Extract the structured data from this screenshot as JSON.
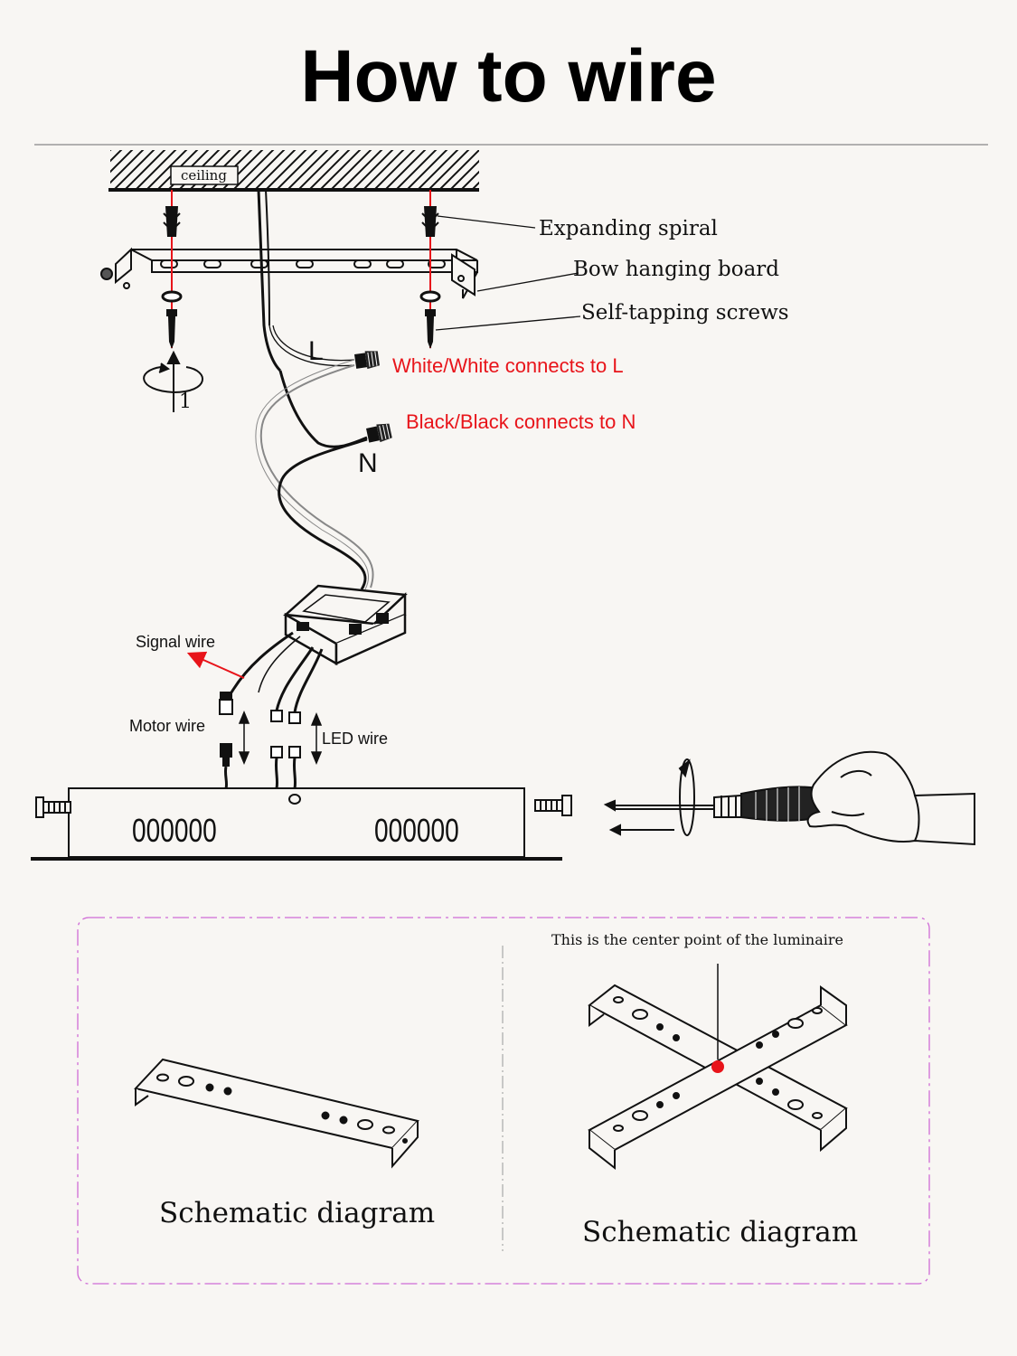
{
  "title": "How to wire",
  "labels": {
    "ceiling": "ceiling",
    "expanding_spiral": "Expanding spiral",
    "bow_hanging_board": "Bow hanging board",
    "self_tapping_screws": "Self-tapping screws",
    "step_number": "1",
    "L": "L",
    "N": "N",
    "signal_wire": "Signal wire",
    "motor_wire": "Motor wire",
    "led_wire": "LED wire",
    "vents_left": "000000",
    "vents_right": "000000"
  },
  "notes": {
    "white_to_L": "White/White connects to L",
    "black_to_N": "Black/Black connects to N"
  },
  "schematics": {
    "center_note": "This is the center point of the luminaire",
    "caption_left": "Schematic diagram",
    "caption_right": "Schematic diagram"
  },
  "colors": {
    "accent_red": "#e8141a",
    "frame_magenta": "#cf6bd6",
    "background": "#f8f6f3"
  }
}
